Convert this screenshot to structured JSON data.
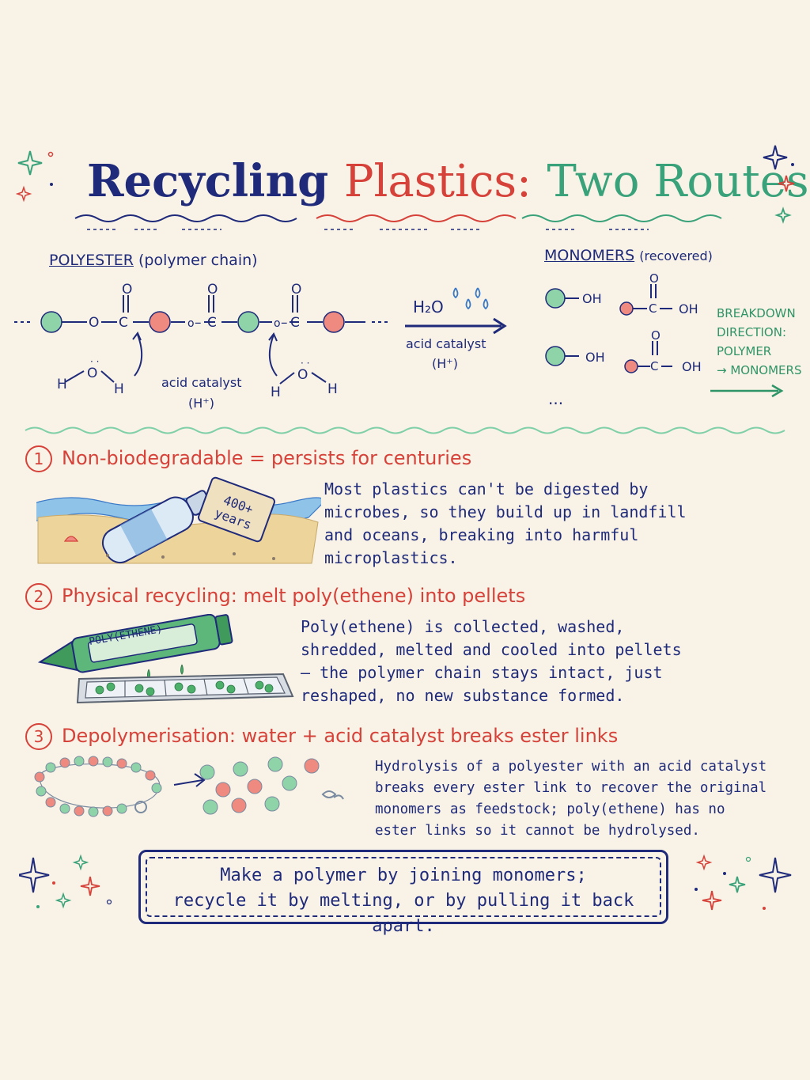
{
  "title": {
    "part1": "Recycling",
    "part2": "Plastics:",
    "part3": "Two Routes"
  },
  "chain": {
    "label": "POLYESTER",
    "label_suffix": "(polymer chain)",
    "acid_catalyst": "acid catalyst",
    "h_plus": "(H⁺)"
  },
  "reaction": {
    "reagent": "H₂O",
    "catalyst": "acid catalyst",
    "h_plus": "(H⁺)"
  },
  "monomers": {
    "label": "MONOMERS",
    "label_suffix": "(recovered)",
    "oh": "OH",
    "ellipsis": "..."
  },
  "direction_note": {
    "line1": "BREAKDOWN",
    "line2": "DIRECTION:",
    "line3": "POLYMER",
    "line4": "→ MONOMERS"
  },
  "sections": [
    {
      "num": "1",
      "heading": "Non-biodegradable = persists for centuries",
      "tag": "400+ years",
      "body": "Most plastics can't be digested by microbes, so they build up in landfill and oceans, breaking into harmful microplastics."
    },
    {
      "num": "2",
      "heading": "Physical recycling: melt poly(ethene) into pellets",
      "tube_label": "POLY(ETHENE)",
      "body": "Poly(ethene) is collected, washed, shredded, melted and cooled into pellets — the polymer chain stays intact, just reshaped, no new substance formed."
    },
    {
      "num": "3",
      "heading": "Depolymerisation: water + acid catalyst breaks ester links",
      "body": "Hydrolysis of a polyester with an acid catalyst breaks every ester link to recover the original monomers as feedstock; poly(ethene) has no ester links so it cannot be hydrolysed."
    }
  ],
  "summary": {
    "line1": "Make a polymer by joining monomers;",
    "line2": "recycle it by melting, or by pulling it back apart."
  },
  "colors": {
    "navy": "#1f2a7a",
    "red": "#d6423a",
    "green": "#3aa27a",
    "paper": "#f8f3e6"
  }
}
